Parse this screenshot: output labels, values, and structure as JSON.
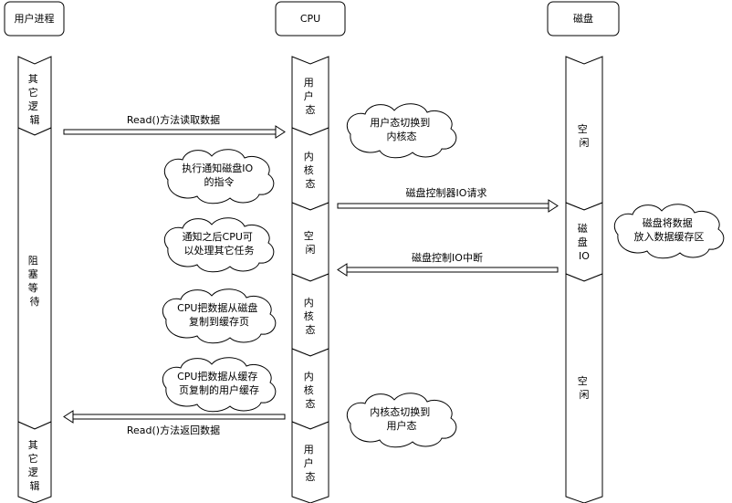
{
  "headers": {
    "user": "用户进程",
    "cpu": "CPU",
    "disk": "磁盘"
  },
  "user_lane": {
    "seg1": [
      "其",
      "它",
      "逻",
      "辑"
    ],
    "seg2": [
      "阻",
      "塞",
      "等",
      "待"
    ],
    "seg3": [
      "其",
      "它",
      "逻",
      "辑"
    ]
  },
  "cpu_lane": {
    "seg1": [
      "用",
      "户",
      "态"
    ],
    "seg2": [
      "内",
      "核",
      "态"
    ],
    "seg3": [
      "空",
      "闲"
    ],
    "seg4": [
      "内",
      "核",
      "态"
    ],
    "seg5": [
      "内",
      "核",
      "态"
    ],
    "seg6": [
      "用",
      "户",
      "态"
    ]
  },
  "disk_lane": {
    "seg1": [
      "空",
      "闲"
    ],
    "seg2": [
      "磁",
      "盘",
      "IO"
    ],
    "seg3": [
      "空",
      "闲"
    ]
  },
  "arrows": {
    "read_call": "Read()方法读取数据",
    "io_request": "磁盘控制器IO请求",
    "io_interrupt": "磁盘控制IO中断",
    "read_return": "Read()方法返回数据"
  },
  "clouds": {
    "user_to_kernel": [
      "用户态切换到",
      "内核态"
    ],
    "exec_notify": [
      "执行通知磁盘IO",
      "的指令"
    ],
    "cpu_free": [
      "通知之后CPU可",
      "以处理其它任务"
    ],
    "disk_buffer": [
      "磁盘将数据",
      "放入数据缓存区"
    ],
    "copy_to_page": [
      "CPU把数据从磁盘",
      "复制到缓存页"
    ],
    "copy_to_user": [
      "CPU把数据从缓存",
      "页复制的用户缓存"
    ],
    "kernel_to_user": [
      "内核态切换到",
      "用户态"
    ]
  }
}
